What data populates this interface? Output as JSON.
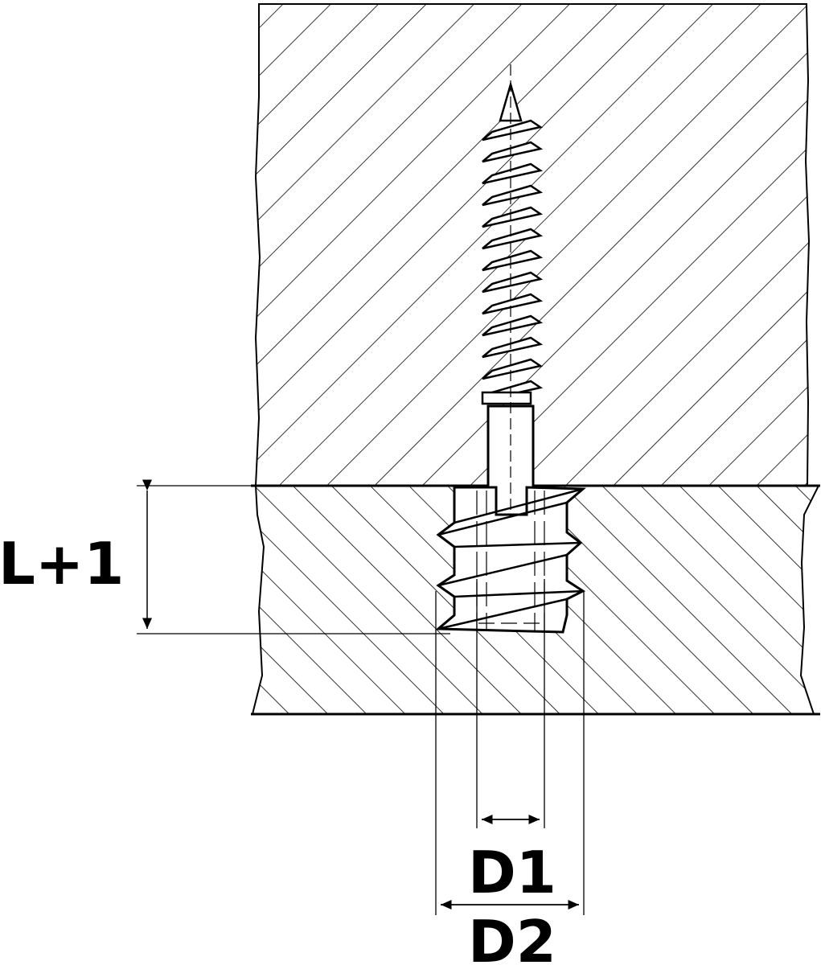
{
  "labels": {
    "length": "L+1",
    "diameter1": "D1",
    "diameter2": "D2"
  },
  "colors": {
    "stroke": "#000000",
    "background": "#ffffff"
  }
}
